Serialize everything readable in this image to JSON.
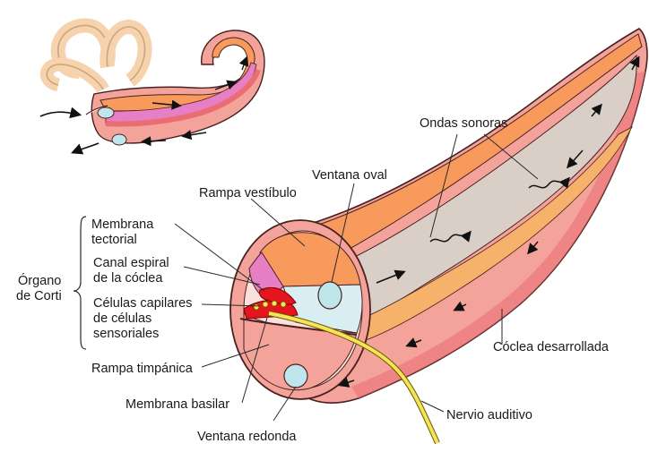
{
  "labels": {
    "ondas_sonoras": "Ondas sonoras",
    "ventana_oval": "Ventana oval",
    "rampa_vestibulo": "Rampa vestíbulo",
    "membrana_tectorial_1": "Membrana",
    "membrana_tectorial_2": "tectorial",
    "canal_espiral_1": "Canal espiral",
    "canal_espiral_2": "de la cóclea",
    "celulas_1": "Células capilares",
    "celulas_2": "de células",
    "celulas_3": "sensoriales",
    "organo_1": "Órgano",
    "organo_2": "de Corti",
    "rampa_timpanica": "Rampa timpánica",
    "membrana_basilar": "Membrana basilar",
    "ventana_redonda": "Ventana redonda",
    "coclea_desarrollada": "Cóclea desarrollada",
    "nervio_auditivo": "Nervio auditivo"
  },
  "colors": {
    "outline": "#4a2020",
    "outer_wall": "#f3a39a",
    "outer_wall_dark": "#e96d72",
    "vestibular": "#f79a5c",
    "inner_canal": "#d9cfc6",
    "window": "#bfe6ec",
    "tectorial": "#e67fc3",
    "hair_cells": "#e4151c",
    "nerve": "#f5e35a",
    "canals_top": "#f6d3ad"
  }
}
